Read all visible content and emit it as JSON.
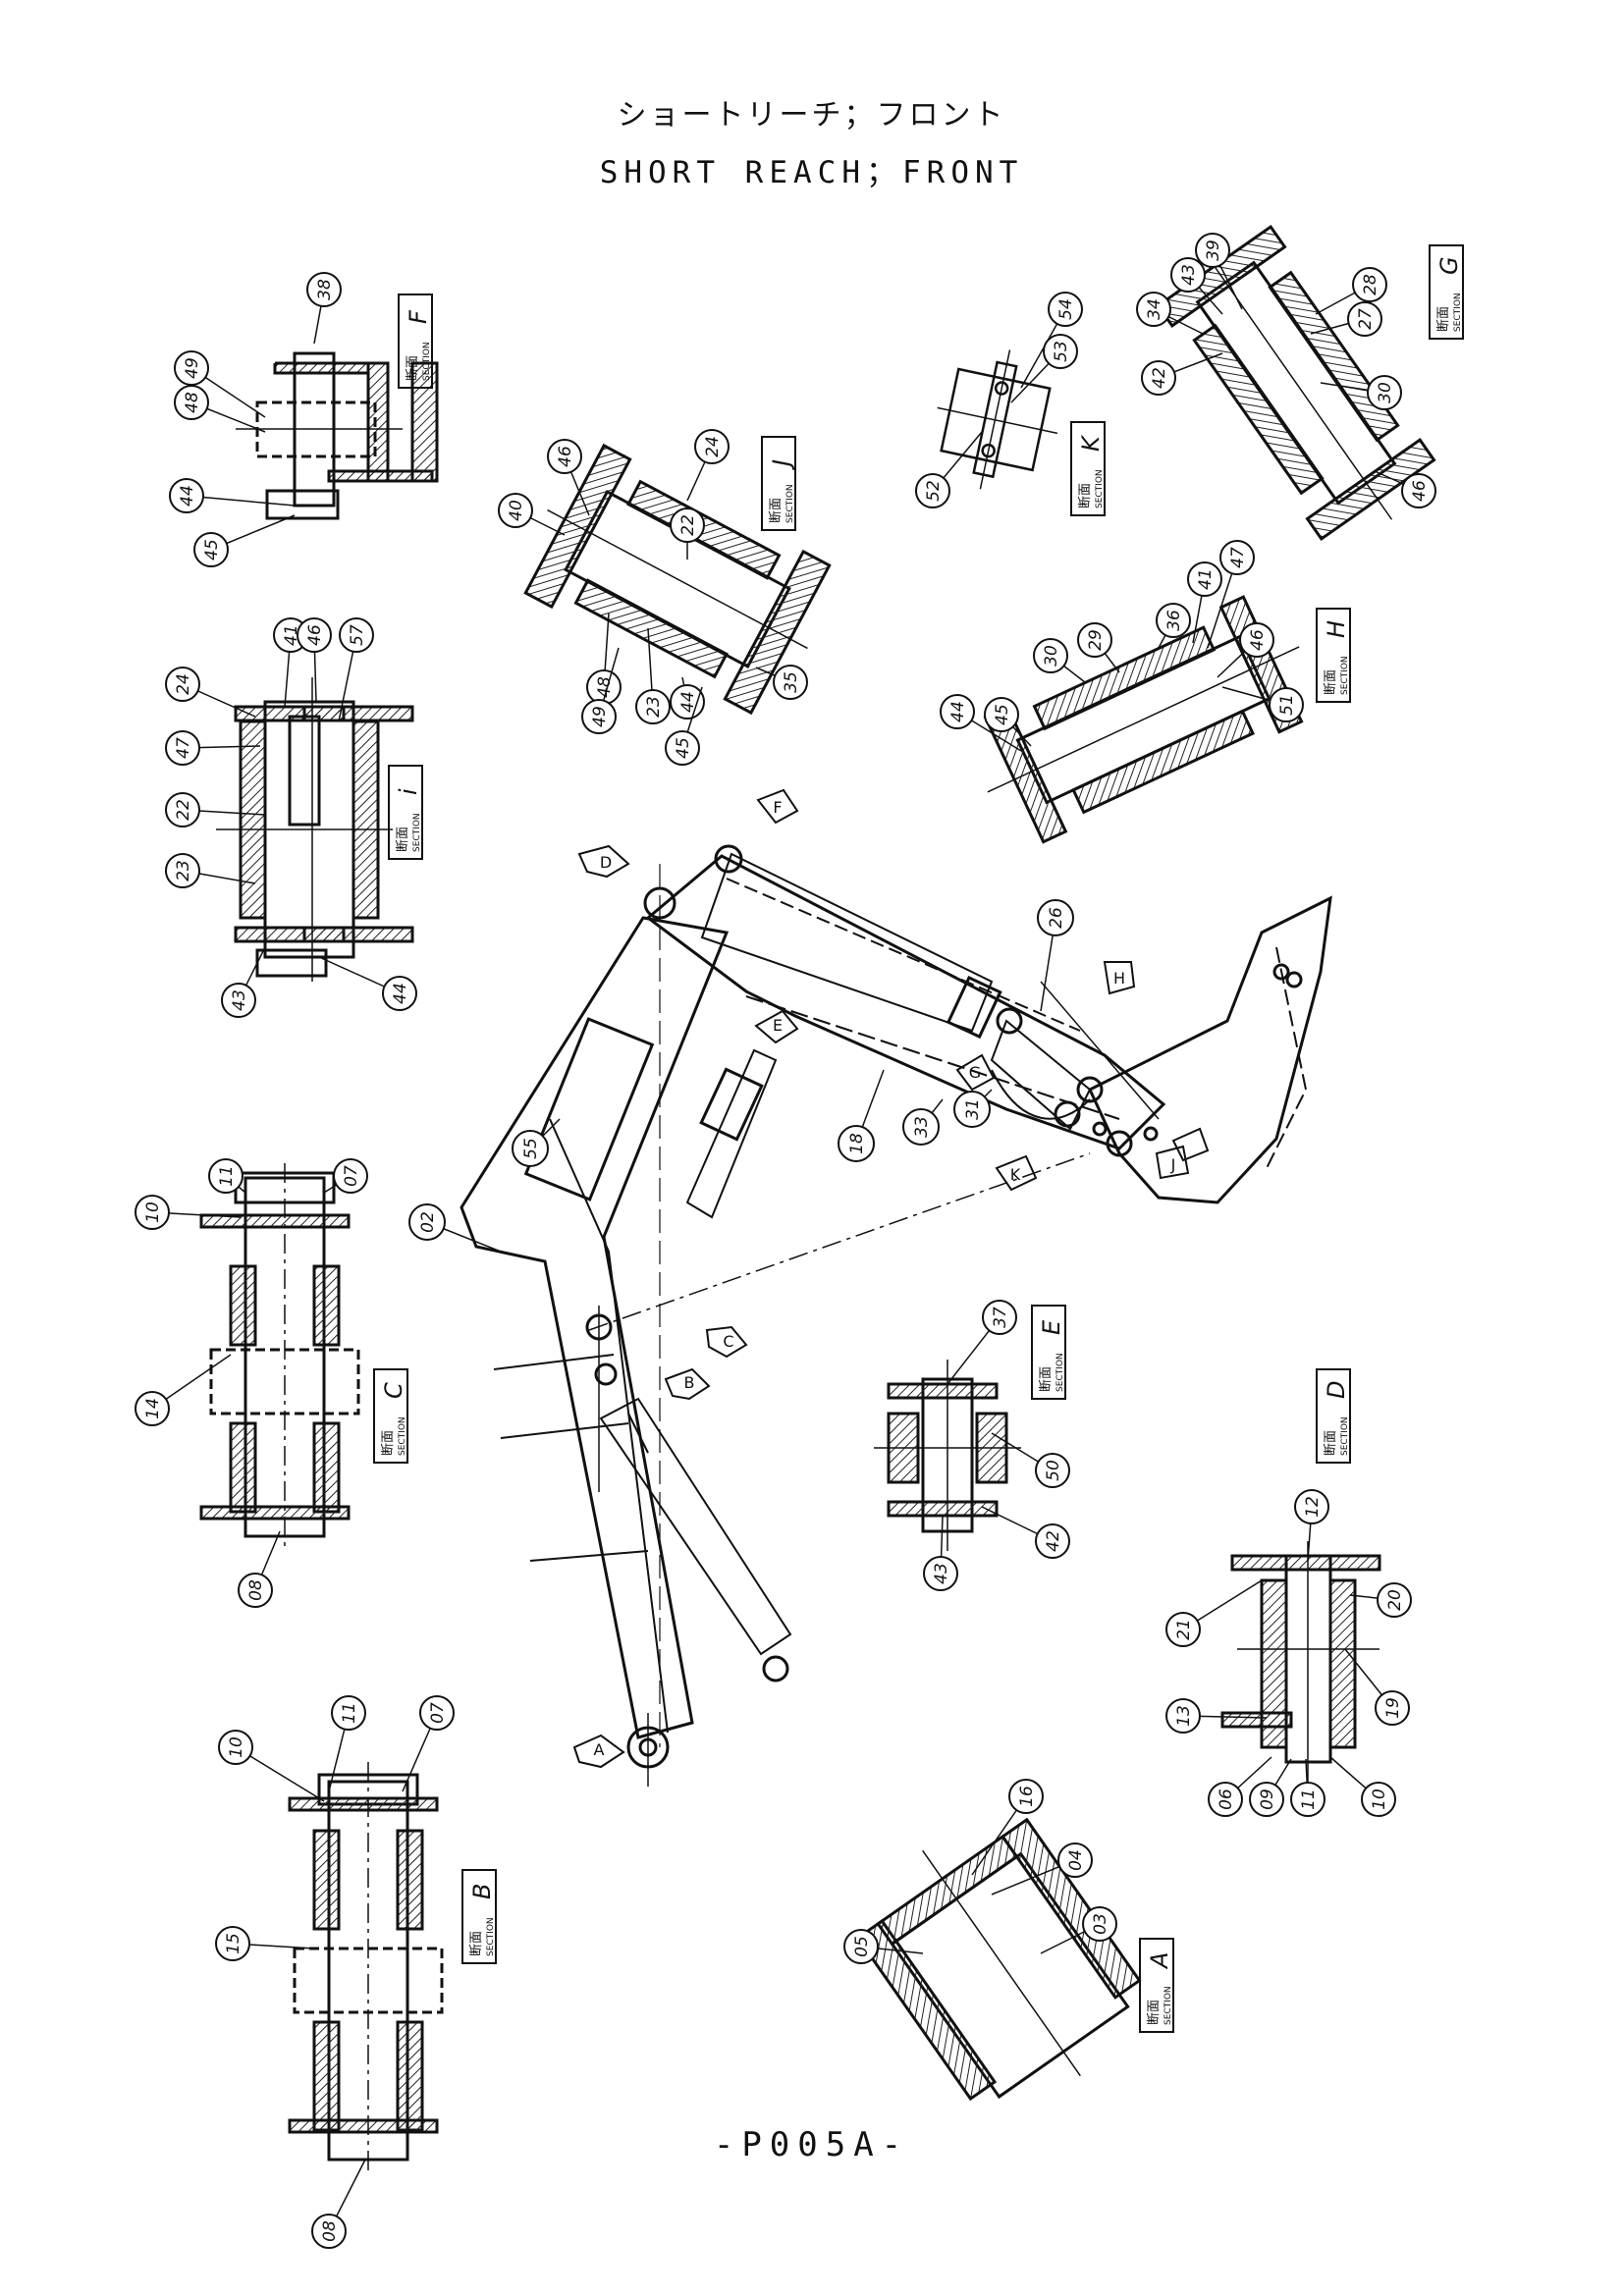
{
  "title_jp": "ショートリーチ；フロント",
  "title_en": "SHORT REACH；FRONT",
  "page_number": "-P005A-",
  "section_kanji": "断面",
  "section_word": "SECTION",
  "sections": [
    {
      "id": "F",
      "letter": "F",
      "parts": [
        "38",
        "49",
        "48",
        "44",
        "45"
      ]
    },
    {
      "id": "J",
      "letter": "J",
      "parts": [
        "46",
        "24",
        "40",
        "22",
        "48",
        "49",
        "23",
        "44",
        "45",
        "35"
      ]
    },
    {
      "id": "K",
      "letter": "K",
      "parts": [
        "54",
        "53",
        "52"
      ]
    },
    {
      "id": "G",
      "letter": "G",
      "parts": [
        "39",
        "43",
        "34",
        "42",
        "28",
        "27",
        "30",
        "46"
      ]
    },
    {
      "id": "I",
      "letter": "i",
      "parts": [
        "41",
        "46",
        "57",
        "24",
        "47",
        "22",
        "23",
        "43",
        "44"
      ]
    },
    {
      "id": "H",
      "letter": "H",
      "parts": [
        "41",
        "36",
        "29",
        "30",
        "45",
        "44",
        "47",
        "46",
        "51"
      ]
    },
    {
      "id": "C",
      "letter": "C",
      "parts": [
        "11",
        "07",
        "10",
        "14",
        "08"
      ]
    },
    {
      "id": "E",
      "letter": "E",
      "parts": [
        "37",
        "50",
        "42",
        "43"
      ]
    },
    {
      "id": "D",
      "letter": "D",
      "parts": [
        "12",
        "21",
        "20",
        "19",
        "13",
        "06",
        "09",
        "11",
        "10"
      ]
    },
    {
      "id": "B",
      "letter": "B",
      "parts": [
        "11",
        "07",
        "10",
        "15",
        "08"
      ]
    },
    {
      "id": "A",
      "letter": "A",
      "parts": [
        "16",
        "05",
        "04",
        "03"
      ]
    }
  ],
  "main_parts": [
    "26",
    "55",
    "02",
    "18",
    "33",
    "31"
  ],
  "view_markers": [
    "A",
    "B",
    "C",
    "D",
    "E",
    "F",
    "G",
    "H",
    "J",
    "K"
  ]
}
